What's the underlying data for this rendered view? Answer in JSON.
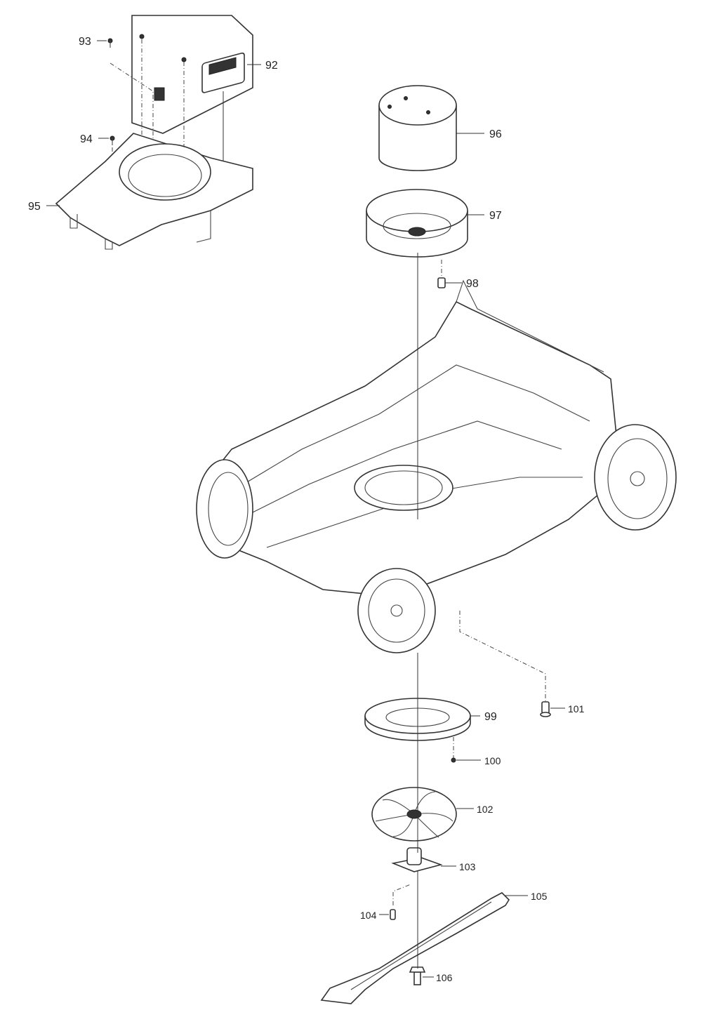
{
  "diagram": {
    "title": "Lawn mower exploded parts view",
    "callouts": [
      {
        "id": "92",
        "label": "92"
      },
      {
        "id": "93",
        "label": "93"
      },
      {
        "id": "94",
        "label": "94"
      },
      {
        "id": "95",
        "label": "95"
      },
      {
        "id": "96",
        "label": "96"
      },
      {
        "id": "97",
        "label": "97"
      },
      {
        "id": "98",
        "label": "98"
      },
      {
        "id": "99",
        "label": "99"
      },
      {
        "id": "100",
        "label": "100"
      },
      {
        "id": "101",
        "label": "101"
      },
      {
        "id": "102",
        "label": "102"
      },
      {
        "id": "103",
        "label": "103"
      },
      {
        "id": "104",
        "label": "104"
      },
      {
        "id": "105",
        "label": "105"
      },
      {
        "id": "106",
        "label": "106"
      }
    ]
  }
}
